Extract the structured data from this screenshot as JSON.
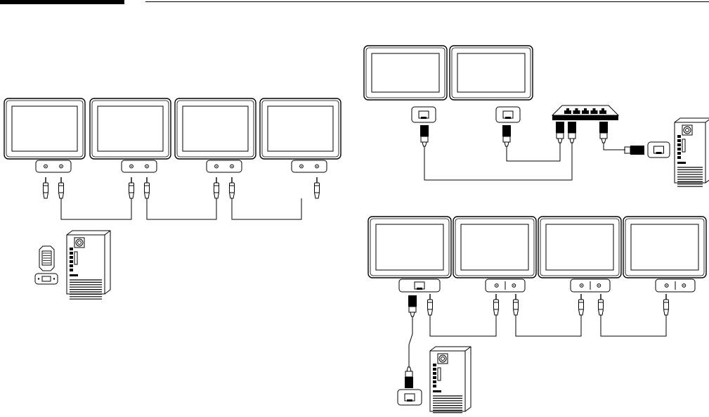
{
  "page": {
    "background": "#ffffff",
    "line_color": "#000000"
  },
  "header": {
    "left_bar": "black-bar",
    "right_rule": "thin-rule"
  },
  "diagrams": [
    {
      "name": "rs232c-daisy-chain",
      "monitors": 4,
      "connectors": "stereo-jack-pair",
      "source": "pc-with-rs232c-adapter"
    },
    {
      "name": "lan-via-hub",
      "monitors": 2,
      "connectors": "rj45",
      "hub_ports": 5,
      "source": "pc-rj45"
    },
    {
      "name": "lan-plus-rs232c-chain",
      "monitors": 4,
      "connectors": "rj45-then-stereo-jack-pair",
      "source": "pc-rj45"
    }
  ],
  "icons": [
    "monitor-icon",
    "connector-panel-icon",
    "stereo-plug-icon",
    "rj45-plug-icon",
    "hub-icon",
    "pc-tower-icon",
    "serial-adapter-icon"
  ]
}
